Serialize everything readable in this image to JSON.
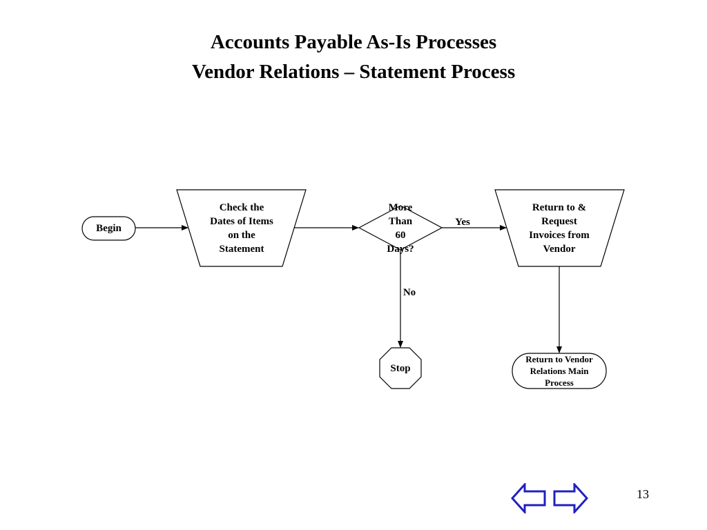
{
  "slide": {
    "title_line1": "Accounts Payable As-Is Processes",
    "title_line2": "Vendor Relations – Statement Process",
    "page_number": "13"
  },
  "diagram": {
    "begin": "Begin",
    "check": [
      "Check the",
      "Dates of Items",
      "on the",
      "Statement"
    ],
    "decision": [
      "More",
      "Than",
      "60",
      "Days?"
    ],
    "yes": "Yes",
    "no": "No",
    "return_request": [
      "Return to &",
      "Request",
      "Invoices from",
      "Vendor"
    ],
    "stop": "Stop",
    "return_main": [
      "Return to Vendor",
      "Relations Main",
      "Process"
    ]
  },
  "nav": {
    "back_icon": "left-arrow-icon",
    "forward_icon": "right-arrow-icon",
    "icon_color": "#2020c0"
  }
}
